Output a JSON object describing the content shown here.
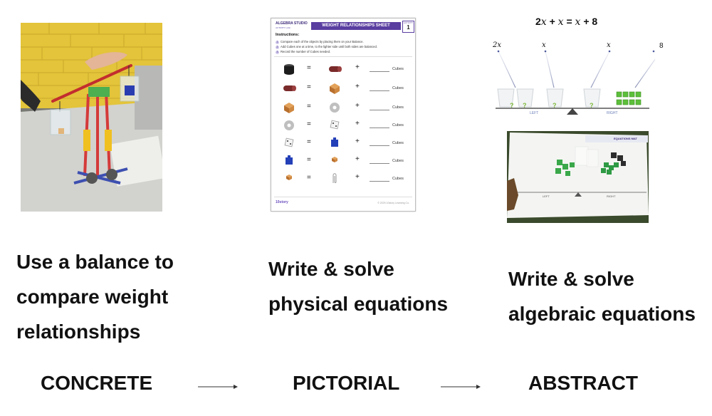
{
  "panels": [
    {
      "caption_lines": [
        "Use a balance to",
        "compare weight",
        "relationships"
      ]
    },
    {
      "caption_lines": [
        "Write & solve",
        "physical equations"
      ]
    },
    {
      "caption_lines": [
        "Write & solve",
        "algebraic equations"
      ]
    }
  ],
  "stages": [
    "CONCRETE",
    "PICTORIAL",
    "ABSTRACT"
  ],
  "worksheet": {
    "logo_line1": "ALGEBRA STUDIO",
    "logo_line2": "ACTIVITY LAB",
    "title": "WEIGHT RELATIONSHIPS SHEET",
    "activity_label": "ACTIVITY",
    "activity_number": "1",
    "instructions_title": "Instructions:",
    "steps": [
      "Compare each of the objects by placing them on your Balance.",
      "Add Cubes one at a time, to the lighter side until both sides are balanced.",
      "Record the number of Cubes needed."
    ],
    "equals_sign": "=",
    "plus_sign": "+",
    "unit": "Cubes",
    "footer_brand": "10story",
    "footer_right": "© 2025 10story Learning Co."
  },
  "abstract": {
    "equation": {
      "t1": "2",
      "v1": "x",
      "op1": " + ",
      "v2": "x",
      "eq": " = ",
      "v3": "x",
      "op2": " + ",
      "n": "8"
    },
    "labels": {
      "a": "2x",
      "b": "x",
      "c": "x",
      "d": "8"
    },
    "balance": {
      "left": "LEFT",
      "right": "RIGHT",
      "cup_mark": "?"
    },
    "mat_title": "EQUATIONS MAT",
    "mat_left": "LEFT",
    "mat_right": "RIGHT"
  },
  "colors": {
    "cube_green": "#5cbf3a",
    "cup_question": "#7fb83a",
    "worksheet_purple": "#5a3ea0"
  }
}
